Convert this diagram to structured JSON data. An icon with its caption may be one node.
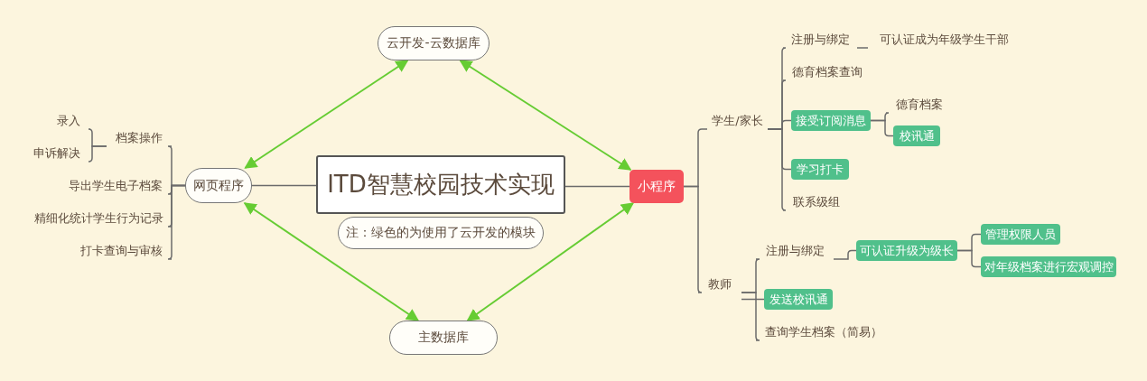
{
  "diagram": {
    "nodes": [
      {
        "text": [
          "ITD智慧校园技术实现"
        ]
      },
      {
        "text": [
          "注：绿色的为使用了云开发的模块"
        ]
      },
      {
        "text": [
          "云开发-云数据库"
        ]
      },
      {
        "text": [
          "网页程序"
        ]
      },
      {
        "text": [
          "主数据库"
        ]
      },
      {
        "text": [
          "小程序"
        ]
      },
      {
        "text": [
          "档案操作"
        ]
      },
      {
        "text": [
          "录入"
        ]
      },
      {
        "text": [
          "申诉解决"
        ]
      },
      {
        "text": [
          "导出学生电子档案"
        ]
      },
      {
        "text": [
          "精细化统计学生行为记录"
        ]
      },
      {
        "text": [
          "打卡查询与审核"
        ]
      },
      {
        "text": [
          "学生/家长"
        ]
      },
      {
        "text": [
          "注册与绑定"
        ]
      },
      {
        "text": [
          "可认证成为年级学生干部"
        ]
      },
      {
        "text": [
          "德育档案查询"
        ]
      },
      {
        "text": [
          "接受订阅消息"
        ]
      },
      {
        "text": [
          "德育档案"
        ]
      },
      {
        "text": [
          "校讯通"
        ]
      },
      {
        "text": [
          "学习打卡"
        ]
      },
      {
        "text": [
          "联系级组"
        ]
      },
      {
        "text": [
          "教师"
        ]
      },
      {
        "text": [
          "注册与绑定"
        ]
      },
      {
        "text": [
          "可认证升级为级长"
        ]
      },
      {
        "text": [
          "管理权限人员"
        ]
      },
      {
        "text": [
          "对年级档案进行宏观调控"
        ]
      },
      {
        "text": [
          "发送校讯通"
        ]
      },
      {
        "text": [
          "查询学生档案（简易）"
        ]
      }
    ],
    "edges": [
      {
        "from": 2,
        "to": 3,
        "arrow": "both",
        "color": "#66cc33"
      },
      {
        "from": 2,
        "to": 5,
        "arrow": "both",
        "color": "#66cc33"
      },
      {
        "from": 4,
        "to": 3,
        "arrow": "both",
        "color": "#66cc33"
      },
      {
        "from": 4,
        "to": 5,
        "arrow": "both",
        "color": "#66cc33"
      },
      {
        "from": 0,
        "to": 3,
        "arrow": "none"
      },
      {
        "from": 0,
        "to": 5,
        "arrow": "none"
      },
      {
        "from": 3,
        "to": 6,
        "arrow": "none"
      },
      {
        "from": 6,
        "to": 7,
        "arrow": "none"
      },
      {
        "from": 6,
        "to": 8,
        "arrow": "none"
      },
      {
        "from": 3,
        "to": 9,
        "arrow": "none"
      },
      {
        "from": 3,
        "to": 10,
        "arrow": "none"
      },
      {
        "from": 3,
        "to": 11,
        "arrow": "none"
      },
      {
        "from": 5,
        "to": 12,
        "arrow": "none"
      },
      {
        "from": 5,
        "to": 21,
        "arrow": "none"
      },
      {
        "from": 12,
        "to": 13,
        "arrow": "none"
      },
      {
        "from": 13,
        "to": 14,
        "arrow": "none"
      },
      {
        "from": 12,
        "to": 15,
        "arrow": "none"
      },
      {
        "from": 12,
        "to": 16,
        "arrow": "none"
      },
      {
        "from": 16,
        "to": 17,
        "arrow": "none"
      },
      {
        "from": 16,
        "to": 18,
        "arrow": "none"
      },
      {
        "from": 12,
        "to": 19,
        "arrow": "none"
      },
      {
        "from": 12,
        "to": 20,
        "arrow": "none"
      },
      {
        "from": 21,
        "to": 22,
        "arrow": "none"
      },
      {
        "from": 22,
        "to": 23,
        "arrow": "none"
      },
      {
        "from": 23,
        "to": 24,
        "arrow": "none"
      },
      {
        "from": 23,
        "to": 25,
        "arrow": "none"
      },
      {
        "from": 21,
        "to": 26,
        "arrow": "none"
      },
      {
        "from": 21,
        "to": 27,
        "arrow": "none"
      }
    ]
  }
}
